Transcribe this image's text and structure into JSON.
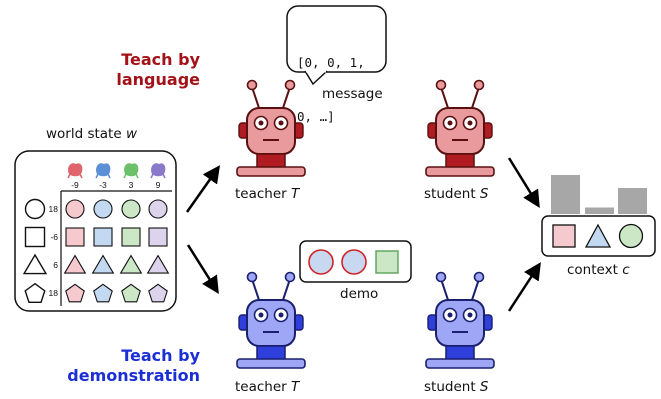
{
  "titles": {
    "language_line1": "Teach by",
    "language_line2": "language",
    "demo_line1": "Teach by",
    "demo_line2": "demonstration",
    "language_color": "#a31218",
    "demo_color": "#1b2fd6"
  },
  "world": {
    "label": "world state",
    "var": "w",
    "column_values": [
      "-9",
      "-3",
      "3",
      "9"
    ],
    "row_values": [
      "18",
      "-6",
      "6",
      "18"
    ],
    "blob_colors": [
      "#e0646b",
      "#5b8fd6",
      "#6cc06a",
      "#8a79c8"
    ],
    "cell_colors": [
      "#f6c9cf",
      "#c3d8f1",
      "#cce7c6",
      "#ddd3ec"
    ],
    "shapes": [
      "circle",
      "square",
      "triangle",
      "pentagon"
    ]
  },
  "message": {
    "line1": "[0, 0, 1,",
    "line2": "0, …]",
    "label": "message"
  },
  "demo": {
    "label": "demo"
  },
  "robots": {
    "teacher_lang": {
      "prefix": "teacher",
      "var": "T"
    },
    "student_lang": {
      "prefix": "student",
      "var": "S"
    },
    "teacher_demo": {
      "prefix": "teacher",
      "var": "T"
    },
    "student_demo": {
      "prefix": "student",
      "var": "S"
    },
    "red_palette": {
      "body": "#e99a9c",
      "dark": "#b11c22",
      "outline": "#5a1010"
    },
    "blue_palette": {
      "body": "#9ea6f6",
      "dark": "#2f3fdc",
      "outline": "#1a1f6e"
    }
  },
  "context": {
    "label": "context",
    "var": "c",
    "bar_values": [
      3,
      0.5,
      2
    ]
  }
}
